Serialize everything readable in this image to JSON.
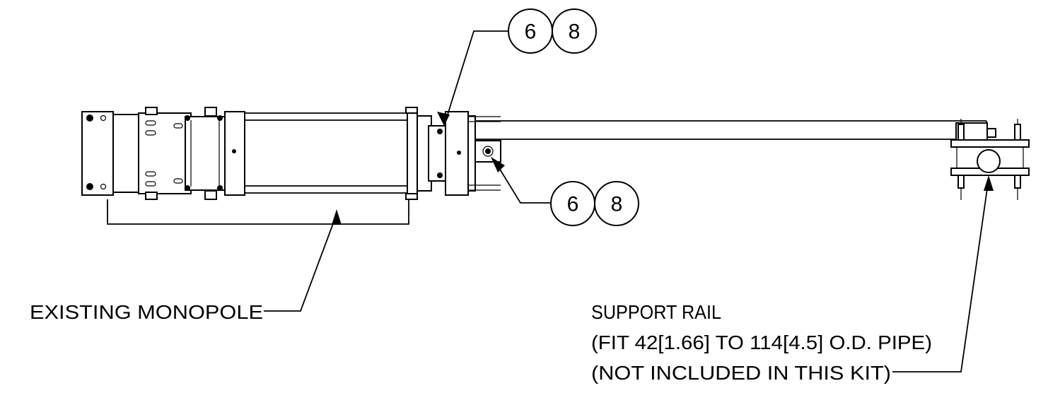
{
  "callouts": {
    "top": {
      "a": "6",
      "b": "8"
    },
    "bottom": {
      "a": "6",
      "b": "8"
    }
  },
  "labels": {
    "existing_monopole": "EXISTING MONOPOLE",
    "support_rail_line1": "SUPPORT RAIL",
    "support_rail_line2": "(FIT 42[1.66] TO 114[4.5] O.D. PIPE)",
    "support_rail_line3": "(NOT INCLUDED IN THIS KIT)"
  }
}
